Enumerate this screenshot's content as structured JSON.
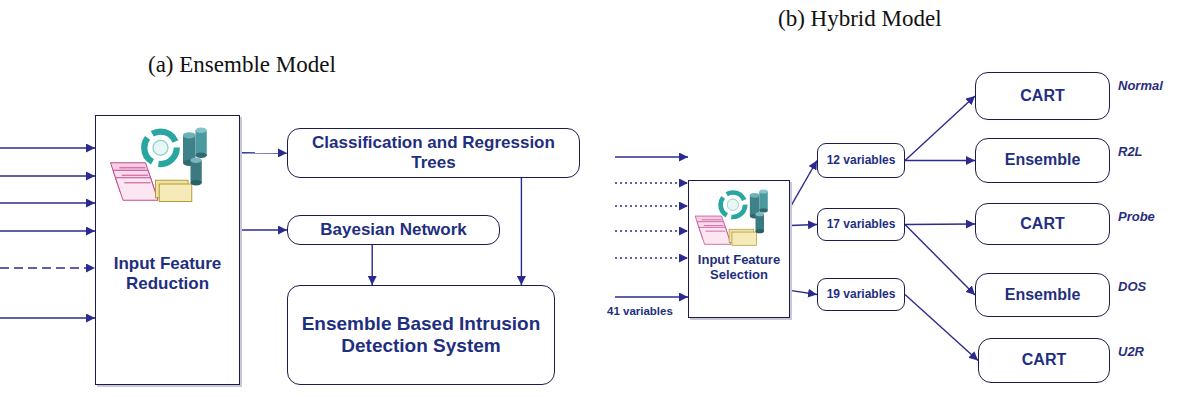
{
  "diagram": {
    "nodes": [
      {
        "text": [
          "Input Feature Reduction"
        ]
      },
      {
        "text": [
          "Classification and Regression Trees"
        ]
      },
      {
        "text": [
          "Bayesian Network"
        ]
      },
      {
        "text": [
          "Ensemble Based Intrusion Detection System"
        ]
      },
      {
        "text": [
          "Input Feature Selection"
        ]
      },
      {
        "text": [
          "12 variables"
        ]
      },
      {
        "text": [
          "17 variables"
        ]
      },
      {
        "text": [
          "19 variables"
        ]
      },
      {
        "text": [
          "CART",
          "Normal"
        ]
      },
      {
        "text": [
          "Ensemble",
          "R2L"
        ]
      },
      {
        "text": [
          "CART",
          "Probe"
        ]
      },
      {
        "text": [
          "Ensemble",
          "DOS"
        ]
      },
      {
        "text": [
          "CART",
          "U2R"
        ]
      }
    ],
    "edges": [
      {
        "from": 0,
        "to": 1,
        "arrow": "to"
      },
      {
        "from": 0,
        "to": 2,
        "arrow": "to"
      },
      {
        "from": 1,
        "to": 3,
        "arrow": "to"
      },
      {
        "from": 2,
        "to": 3,
        "arrow": "to"
      },
      {
        "from": 4,
        "to": 5,
        "arrow": "to"
      },
      {
        "from": 4,
        "to": 6,
        "arrow": "to"
      },
      {
        "from": 4,
        "to": 7,
        "arrow": "to"
      },
      {
        "from": 5,
        "to": 8,
        "arrow": "to"
      },
      {
        "from": 5,
        "to": 9,
        "arrow": "to"
      },
      {
        "from": 6,
        "to": 10,
        "arrow": "to"
      },
      {
        "from": 6,
        "to": 11,
        "arrow": "to"
      },
      {
        "from": 7,
        "to": 12,
        "arrow": "to"
      }
    ],
    "labels": [
      "(a) Ensemble Model",
      "(b) Hybrid Model",
      "41 variables"
    ]
  }
}
